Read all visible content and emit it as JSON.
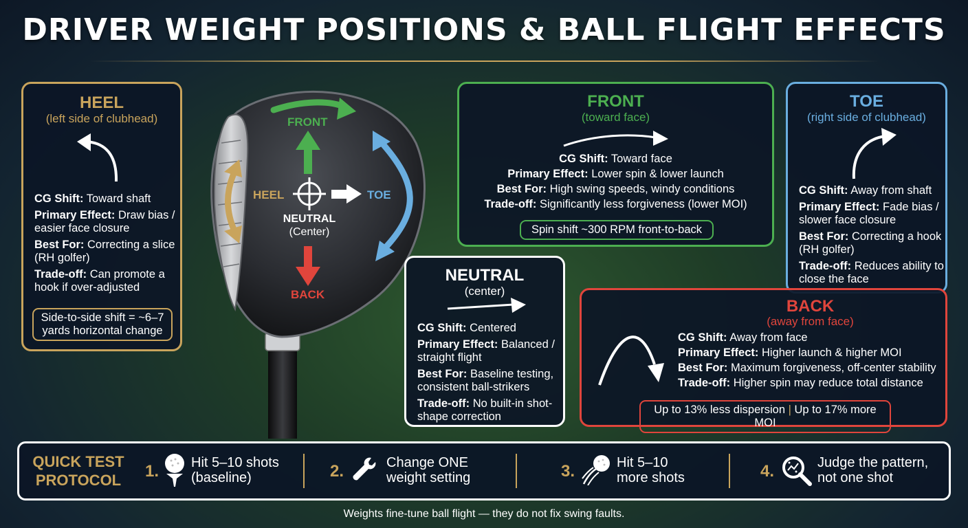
{
  "title": "DRIVER WEIGHT POSITIONS & BALL FLIGHT EFFECTS",
  "colors": {
    "heel": "#c9a45c",
    "front": "#4caf50",
    "toe": "#6aaee0",
    "back": "#e0453c",
    "neutral": "#ffffff"
  },
  "club": {
    "front": "FRONT",
    "heel": "HEEL",
    "toe": "TOE",
    "neutral": "NEUTRAL",
    "center": "(Center)",
    "back": "BACK"
  },
  "heel": {
    "title": "HEEL",
    "subtitle": "(left side of clubhead)",
    "cg_label": "CG Shift:",
    "cg": "Toward shaft",
    "effect_label": "Primary Effect:",
    "effect": "Draw bias / easier face closure",
    "best_label": "Best For:",
    "best": "Correcting a slice (RH golfer)",
    "trade_label": "Trade-off:",
    "trade": "Can promote a hook if over-adjusted",
    "note": "Side-to-side shift = ~6–7 yards horizontal change"
  },
  "front": {
    "title": "FRONT",
    "subtitle": "(toward face)",
    "cg_label": "CG Shift:",
    "cg": "Toward face",
    "effect_label": "Primary Effect:",
    "effect": "Lower spin & lower launch",
    "best_label": "Best For:",
    "best": "High swing speeds, windy conditions",
    "trade_label": "Trade-off:",
    "trade": "Significantly less forgiveness (lower MOI)",
    "note": "Spin shift ~300 RPM front-to-back"
  },
  "toe": {
    "title": "TOE",
    "subtitle": "(right side of clubhead)",
    "cg_label": "CG Shift:",
    "cg": "Away from shaft",
    "effect_label": "Primary Effect:",
    "effect": "Fade bias / slower face closure",
    "best_label": "Best For:",
    "best": "Correcting a hook (RH golfer)",
    "trade_label": "Trade-off:",
    "trade": "Reduces ability to close the face"
  },
  "neutral": {
    "title": "NEUTRAL",
    "subtitle": "(center)",
    "cg_label": "CG Shift:",
    "cg": "Centered",
    "effect_label": "Primary Effect:",
    "effect": "Balanced / straight flight",
    "best_label": "Best For:",
    "best": "Baseline testing, consistent ball-strikers",
    "trade_label": "Trade-off:",
    "trade": "No built-in shot-shape correction"
  },
  "back": {
    "title": "BACK",
    "subtitle": "(away from face)",
    "cg_label": "CG Shift:",
    "cg": "Away from face",
    "effect_label": "Primary Effect:",
    "effect": "Higher launch & higher MOI",
    "best_label": "Best For:",
    "best": "Maximum forgiveness, off-center stability",
    "trade_label": "Trade-off:",
    "trade": "Higher spin may reduce total distance",
    "note_a": "Up to 13% less dispersion",
    "note_sep": "|",
    "note_b": "Up to 17% more MOI"
  },
  "protocol": {
    "label_1": "QUICK TEST",
    "label_2": "PROTOCOL",
    "steps": [
      {
        "num": "1.",
        "line1": "Hit 5–10 shots",
        "line2": "(baseline)",
        "icon": "golf-tee-icon"
      },
      {
        "num": "2.",
        "line1": "Change ONE",
        "line2": "weight setting",
        "icon": "wrench-icon"
      },
      {
        "num": "3.",
        "line1": "Hit 5–10",
        "line2": "more shots",
        "icon": "golf-ball-motion-icon"
      },
      {
        "num": "4.",
        "line1": "Judge the pattern,",
        "line2": "not one shot",
        "icon": "magnifier-chart-icon"
      }
    ]
  },
  "footer": "Weights fine-tune ball flight — they do not fix swing faults."
}
